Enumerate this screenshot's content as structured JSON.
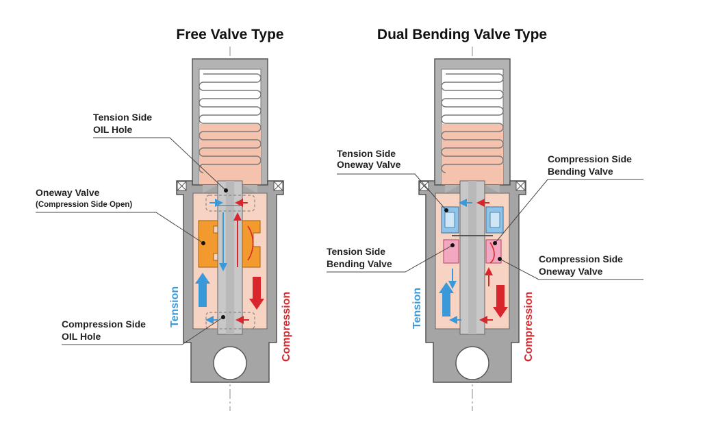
{
  "colors": {
    "body_gray": "#a9a9a9",
    "body_dark": "#6f6f6f",
    "oil": "#f4c2ad",
    "oil_light": "#fbe3d7",
    "orange_valve": "#f29a2e",
    "blue_valve": "#8fc4ea",
    "tension_blue": "#3a9ad9",
    "compression_red": "#d9262c",
    "spring_line": "#7a7a7a"
  },
  "left": {
    "title": "Free Valve Type",
    "labels": {
      "tension_oil_hole_line1": "Tension Side",
      "tension_oil_hole_line2": "OIL Hole",
      "oneway_valve_line1": "Oneway Valve",
      "oneway_valve_line2": "(Compression Side Open)",
      "compression_oil_hole_line1": "Compression  Side",
      "compression_oil_hole_line2": "OIL Hole"
    },
    "tension_label": "Tension",
    "compression_label": "Compression"
  },
  "right": {
    "title": "Dual Bending Valve Type",
    "labels": {
      "tension_oneway_line1": "Tension Side",
      "tension_oneway_line2": "Oneway Valve",
      "tension_bending_line1": "Tension Side",
      "tension_bending_line2": "Bending Valve",
      "compression_bending_line1": "Compression Side",
      "compression_bending_line2": "Bending Valve",
      "compression_oneway_line1": "Compression  Side",
      "compression_oneway_line2": "Oneway Valve"
    },
    "tension_label": "Tension",
    "compression_label": "Compression"
  }
}
